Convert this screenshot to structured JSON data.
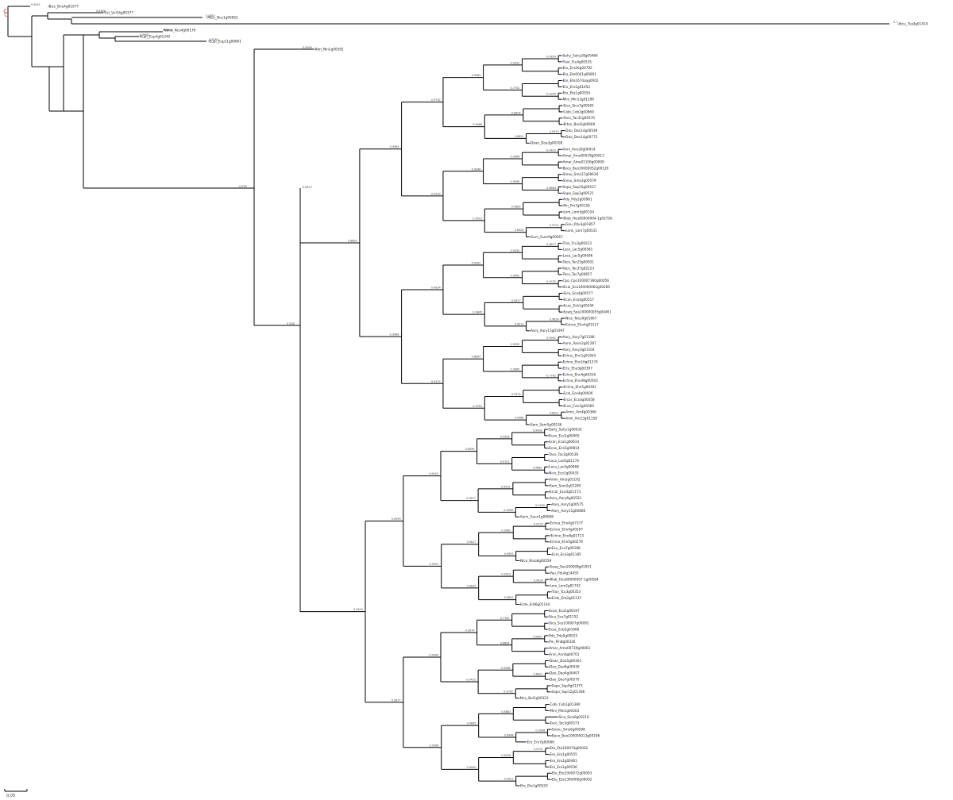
{
  "figure": {
    "scale_bar_label": "0.05",
    "root_marker_color": "#cc3333",
    "node_dot_color": "#3a3acf",
    "branch_color": "#000000"
  },
  "tree": {
    "outgroups": [
      {
        "label": "Bisc_Bnu4g01077",
        "support": "0.9441"
      },
      {
        "label": "Vvi_Vvi14g00377",
        "support": "0.6380"
      },
      {
        "label": "Atcu_Ncu1g00652",
        "support": "0.5887"
      },
      {
        "label": "Atcu_Tca4g01414",
        "support": "0.7"
      },
      {
        "label": "Nenu_Ncu4g00176",
        "support": "0.6802"
      },
      {
        "label": "Eupl_Eup4g01245",
        "support": "0.9692"
      },
      {
        "label": "Eupl_Eup11g00601",
        "support": "0.5391"
      },
      {
        "label": "Nim_Nin2g00592",
        "support": "0.5990"
      }
    ],
    "clade_a_labels": [
      "Sahy_Sahy28g00466",
      "Tran_Tcu4g00535",
      "Ero_Ero16g00792",
      "Eta_Eta0041g00801",
      "Ete_Ete1674aag0002",
      "Ero_Ero1g01652",
      "Ete_Eta1g00554",
      "Mini_Min13g01290",
      "Sico_Sico7g00565",
      "Cobi_Cob2g00669",
      "Taco_Tac31g00570",
      "Biton_Beo5g00669",
      "Dao_Dao14g00549",
      "Dao_Dao14g00772",
      "Doan_Doa3g00208",
      "Anni_Ann20g00414",
      "Amar_Ama00578g00013",
      "Amar_Ama01106g00009",
      "Beco_Beo10000052g00129",
      "Smou_Smo27g00630",
      "Smou_Smo2g00579",
      "Sapo_Sap25g00537",
      "Sapo_Sap2g00521",
      "Pdy_Pdy2g00961",
      "Pin_Pin7g00156",
      "Lom_Lom5g00154",
      "Blob_Heu80000004-1g02758",
      "Gau_Pdu3g01857",
      "Lomi_Lom7g00531",
      "Gum_Gum9g00567",
      "Tran_Tcu3g00223",
      "Laca_Lac5g00581",
      "Laca_Lac5g00696",
      "Taco_Tac25g00051",
      "Taco_Tac37g02223",
      "Taco_Tac7g00657",
      "Cpo_Cpo100007360g00056",
      "Sicai_Sca100000062g00285",
      "Sica_Sca4g00577",
      "Ecan_Eca4g00517",
      "Ecac_Ecb1g00244",
      "Seaq_Sea100000055g00461",
      "Nico_Nico9g01667",
      "Echno_Ehn4g01517",
      "Aary_Aary15g01097",
      "Aary_Aary7g01188",
      "Aann_Aann2g01287",
      "Aary_Aary3g01104",
      "Echnu_Ehn1g01854",
      "Echno_Ehn16g01374",
      "Ertu_Eha3g00397",
      "Echno_Ehn4g00316",
      "Echna_Ehn49g00503",
      "Echna_Ehn5g00401",
      "Ecel_Ece4g00606",
      "Ercar_Eca3g00458",
      "Eran_Can3g00360",
      "Amin_Am4g00366",
      "Amil_Am13g01158",
      "Sam_Sam5g00536"
    ],
    "clade_b_labels": [
      "Sahy_Sahy1g00033",
      "Ecan_Eca1g00465",
      "Eran_Eca1g00614",
      "Ecan_Eca5g00814",
      "Taco_Tac2g00538",
      "Laca_Lac6g01174",
      "Laca_Lac4g00668",
      "Nico_Eco1g00435",
      "Amin_Am2g01192",
      "Sam_Sam2g01284",
      "Ercar_Eca3g01173",
      "Aary_Aary6g00552",
      "Aary_Aary5g00575",
      "Aary_Aary11g00866",
      "Aann_Aann1g00668",
      "Echna_Ehn4g07377",
      "Echno_Ehn4g00597",
      "Echno_Ehn8g01713",
      "Echno_Ehn5g00276",
      "Ecu_Eca7g00188",
      "Ecel_Eca3g01185",
      "Nico_Nico8g00559",
      "Seaq_Sea100008g01951",
      "Pau_Pdu4g14455",
      "Blob_Heu80000007-1g00584",
      "Lom_Lom2g01742",
      "Tran_Tcu3g00353",
      "Erde_Erb2g01137",
      "Erde_Erb6g01144",
      "Ecan_Eca2g00197",
      "Sica_Sca7g01152",
      "Sica_Sca100007g00092",
      "Ecac_Ecb2g01066",
      "Pdy_Pdy5g00023",
      "Pin_Pin8g00326",
      "Amar_Ama00739g00061",
      "Anni_Ann6g00701",
      "Doan_Doa5g00301",
      "Dao_Dao8g00436",
      "Dao_Dao4g00407",
      "Dao_Dao7g00570",
      "Sapo_Sap9g01375",
      "Sapo_Sap12g01386",
      "Nnu_Bol1g00323",
      "Cobi_Cob1g01380",
      "Mini_Min1g00303",
      "Sico_Sico6g00216",
      "Taco_Tac3g00373",
      "Smou_Smo6g00598",
      "Beco_Beo100000013g00196",
      "Ero_Ero7g00066",
      "Ete_Eta100074g00002",
      "Ero_Ero1g00555",
      "Ero_Ero1g00461",
      "Ero_Ero1g00536",
      "Ete_Ete1000072g00003",
      "Eta_Eta1360900g00002",
      "Ete_Ete1g00520"
    ],
    "support_samples": [
      "0.9834",
      "0.9991",
      "0.9999",
      "0.7762",
      "0.9985",
      "0.8804",
      "0.9974",
      "0.6821",
      "0.9968",
      "0.9762",
      "0.9415",
      "0.9966",
      "0.8883",
      "0.9908",
      "0.9948",
      "0.9885",
      "0.9701",
      "0.8926",
      "0.9922",
      "0.9990",
      "0.9964",
      "0.9877",
      "0.9543",
      "0.9735",
      "0.9962",
      "0.9992",
      "0.9617",
      "0.9839",
      "0.9913",
      "0.9845"
    ]
  }
}
